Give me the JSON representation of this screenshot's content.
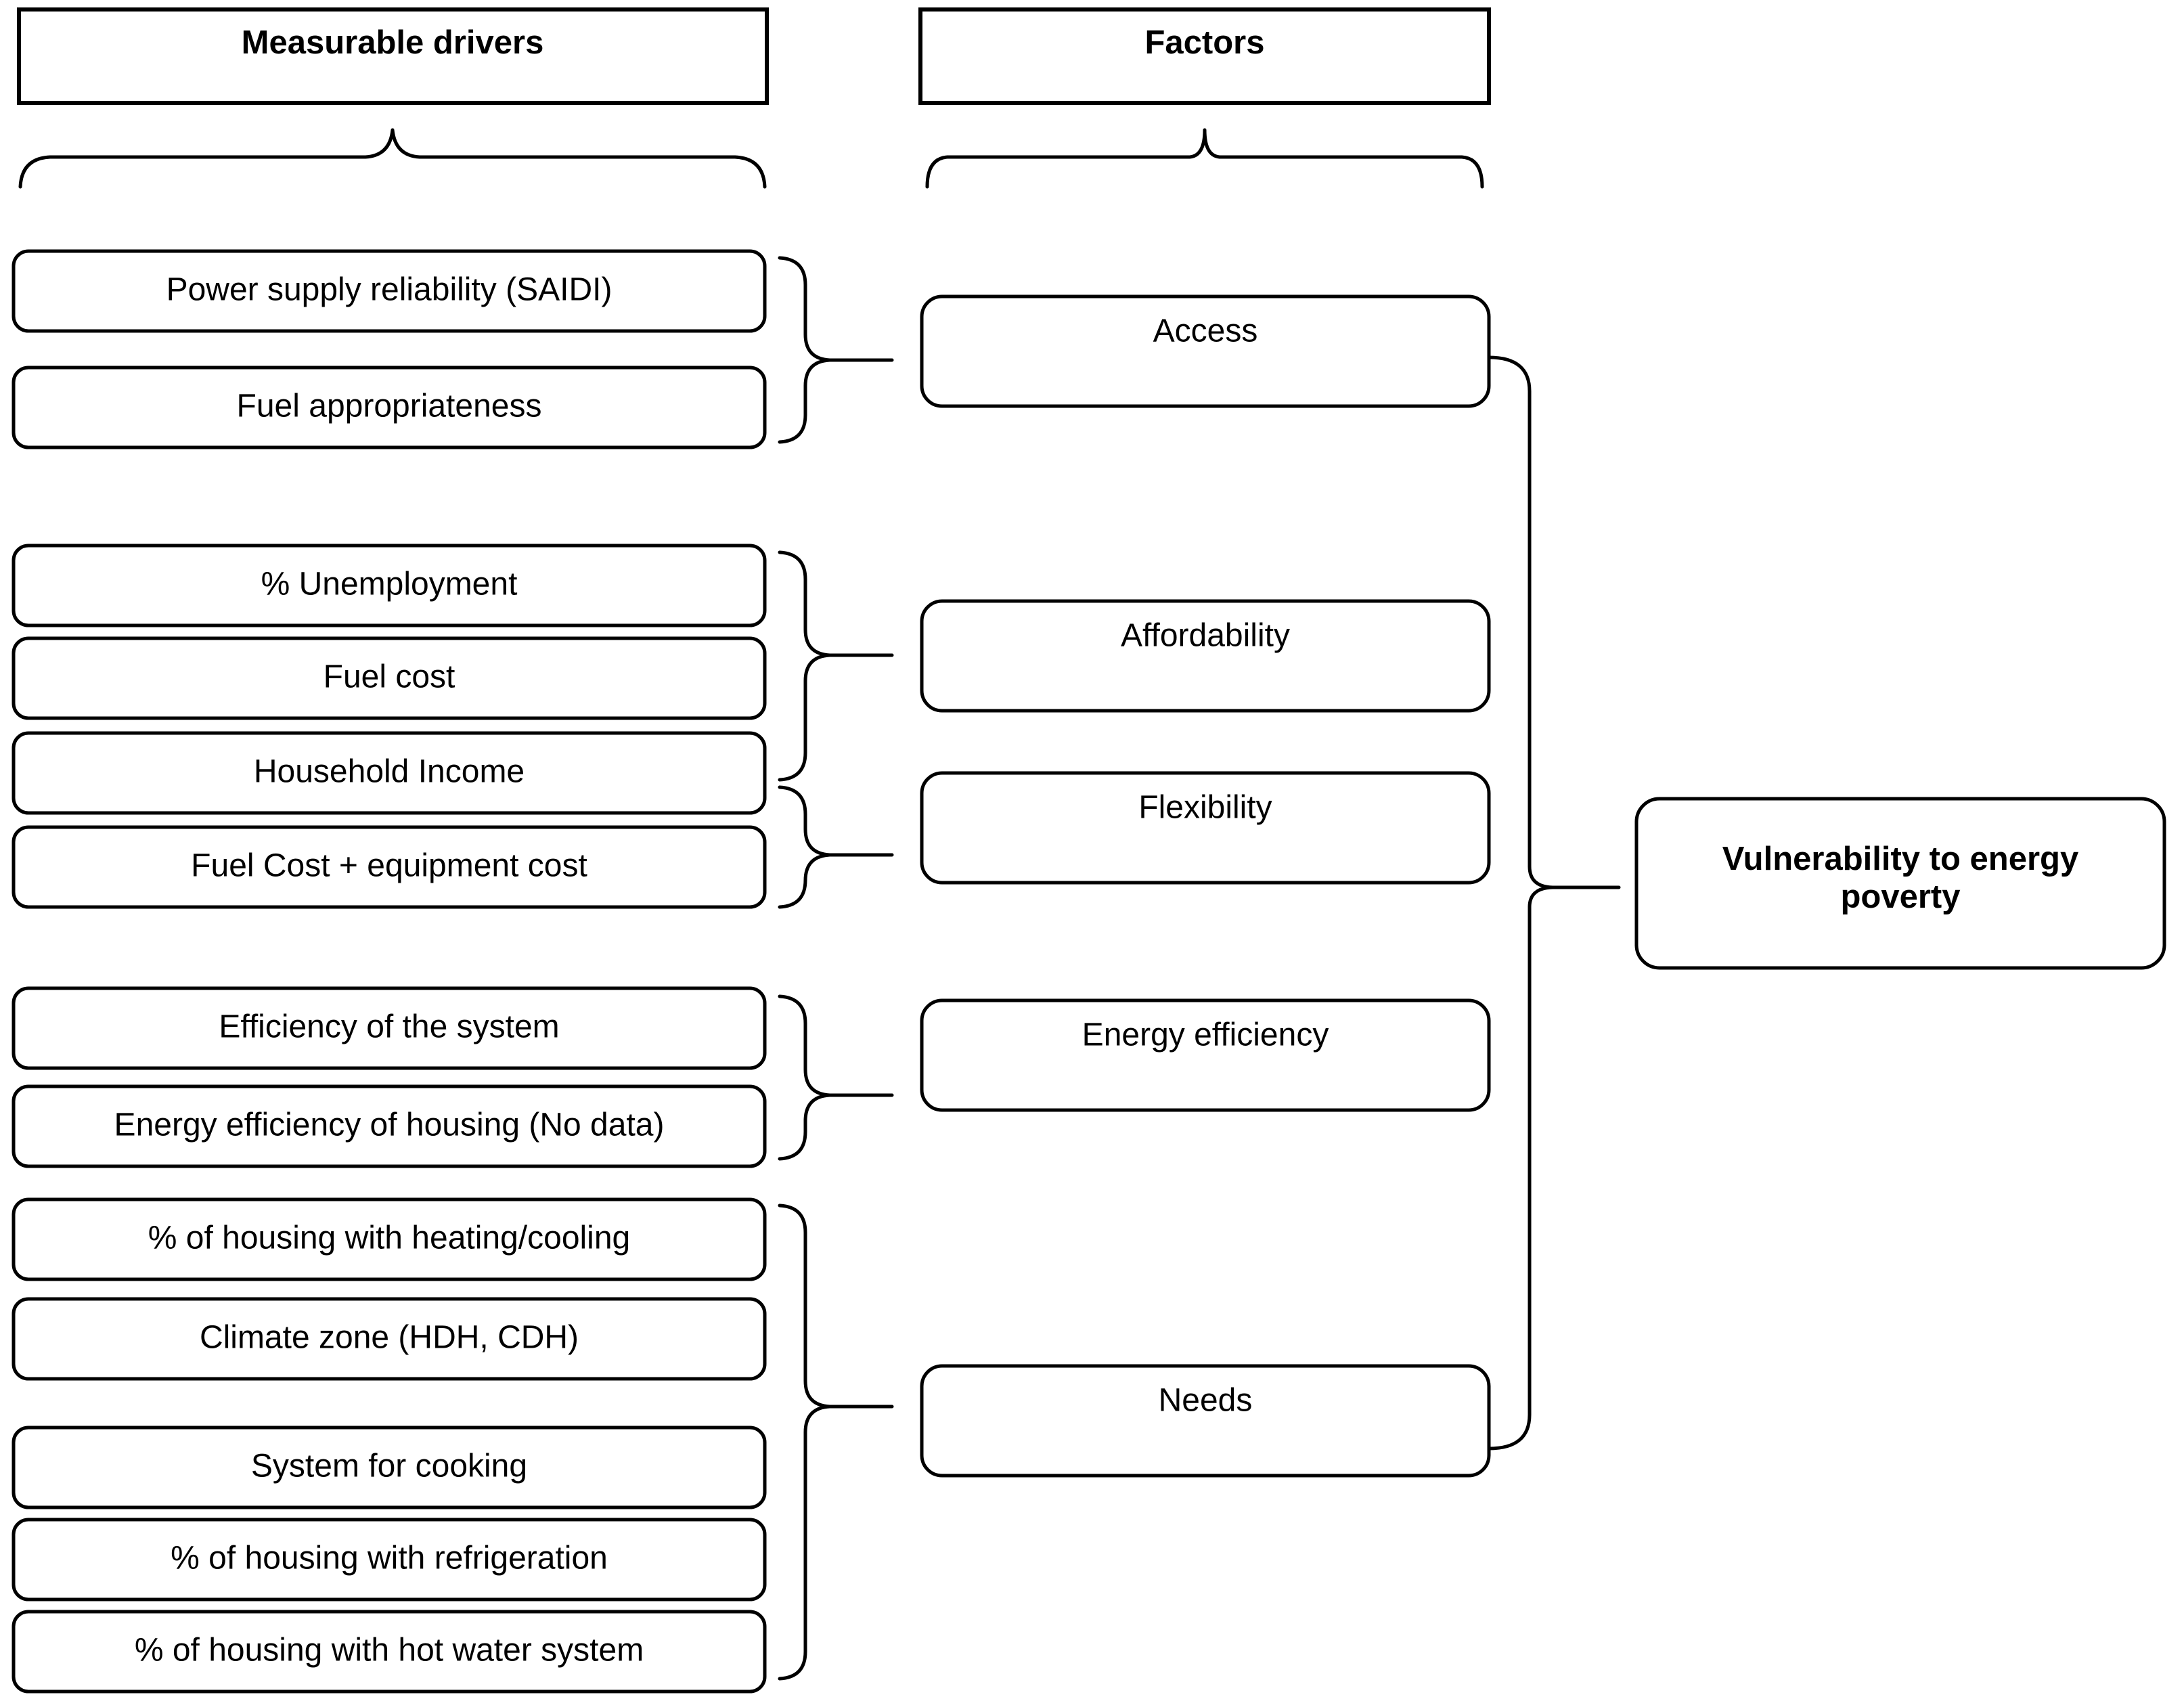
{
  "headers": [
    {
      "id": "measurable-drivers",
      "label": "Measurable drivers"
    },
    {
      "id": "factors",
      "label": "Factors"
    }
  ],
  "drivers": [
    {
      "id": "d1",
      "label": "Power supply reliability (SAIDI)",
      "group": "access"
    },
    {
      "id": "d2",
      "label": "Fuel appropriateness",
      "group": "access"
    },
    {
      "id": "d3",
      "label": "% Unemployment",
      "group": "affordability"
    },
    {
      "id": "d4",
      "label": "Fuel cost",
      "group": "affordability"
    },
    {
      "id": "d5",
      "label": "Household Income",
      "group": "affordability-flexibility"
    },
    {
      "id": "d6",
      "label": "Fuel Cost + equipment cost",
      "group": "flexibility"
    },
    {
      "id": "d7",
      "label": "Efficiency of the system",
      "group": "energy-efficiency"
    },
    {
      "id": "d8",
      "label": "Energy efficiency of housing (No data)",
      "group": "energy-efficiency"
    },
    {
      "id": "d9",
      "label": "% of housing with heating/cooling",
      "group": "needs"
    },
    {
      "id": "d10",
      "label": "Climate zone (HDH, CDH)",
      "group": "needs"
    },
    {
      "id": "d11",
      "label": "System for cooking",
      "group": "needs"
    },
    {
      "id": "d12",
      "label": "% of housing with refrigeration",
      "group": "needs"
    },
    {
      "id": "d13",
      "label": "% of housing with hot water system",
      "group": "needs"
    }
  ],
  "factors": [
    {
      "id": "f1",
      "label": "Access"
    },
    {
      "id": "f2",
      "label": "Affordability"
    },
    {
      "id": "f3",
      "label": "Flexibility"
    },
    {
      "id": "f4",
      "label": "Energy efficiency"
    },
    {
      "id": "f5",
      "label": "Needs"
    }
  ],
  "outcome": {
    "id": "o1",
    "label_line1": "Vulnerability to energy",
    "label_line2": "poverty"
  },
  "colors": {
    "stroke": "#000000",
    "background": "#ffffff",
    "text": "#000000"
  }
}
